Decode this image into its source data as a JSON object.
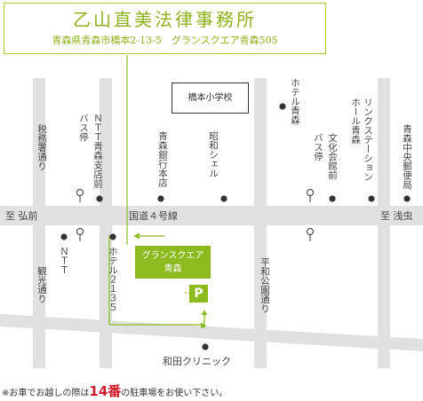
{
  "header": {
    "title": "乙山直美法律事務所",
    "address": "青森県青森市橋本2-13-5　グランスクエア青森505"
  },
  "destination": {
    "line1": "グランスクエア",
    "line2": "青森"
  },
  "parking_symbol": "P",
  "school_label": "橋本小学校",
  "road_labels": {
    "route4": "国道４号線",
    "to_hirosaki": "至 弘前",
    "to_asamushi": "至 浅虫",
    "zeimusho": "税務署通り",
    "kanko": "観光通り",
    "heiwa": "平和公園通り"
  },
  "landmarks": {
    "ntt_busstop": "ＮＴＴ青森支店前バス停",
    "aomori_bank": "青森銀行本店",
    "showa_shell": "昭和シェル",
    "hotel_aomori": "ホテル青森",
    "bunka_busstop": "文化会館前バス停",
    "link_station": "リンクステーションホール青森",
    "chuo_post": "青森中央郵便局",
    "ntt": "ＮＴＴ",
    "hotel_2135": "ホテル２１３５",
    "wada_clinic": "和田クリニック"
  },
  "footnote": {
    "before": "※お車でお越しの際は",
    "highlight": "14番",
    "after": "の駐車場をお使い下さい。"
  },
  "colors": {
    "accent": "#8dbb1f",
    "road": "#e1e1e1",
    "highlight": "#d0192b"
  }
}
